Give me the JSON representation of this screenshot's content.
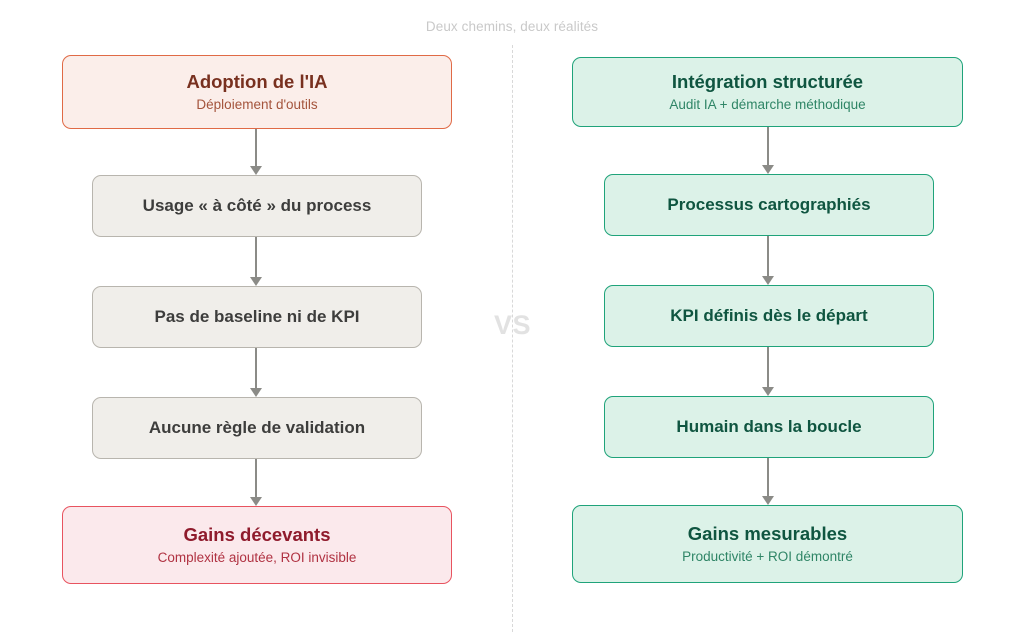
{
  "caption": "Deux chemins, deux réalités",
  "divider": {
    "vs_label": "VS"
  },
  "colors": {
    "left_start_border": "#e06a46",
    "left_start_bg": "#fbeeea",
    "left_step_border": "#b8b5ae",
    "left_step_bg": "#f0eeea",
    "left_end_border": "#e8535f",
    "left_end_bg": "#fbe9ec",
    "right_border": "#1fa37a",
    "right_bg": "#dcf2e8",
    "arrow": "#8b8b87",
    "caption_text": "#c9c9c9",
    "vs_text": "#e2e2e2"
  },
  "left_column": {
    "name": "Adoption de l'IA",
    "nodes": [
      {
        "title": "Adoption de l'IA",
        "subtitle": "Déploiement d'outils"
      },
      {
        "title": "Usage « à côté » du process",
        "subtitle": ""
      },
      {
        "title": "Pas de baseline ni de KPI",
        "subtitle": ""
      },
      {
        "title": "Aucune règle de validation",
        "subtitle": ""
      },
      {
        "title": "Gains décevants",
        "subtitle": "Complexité ajoutée, ROI invisible"
      }
    ]
  },
  "right_column": {
    "name": "Intégration structurée",
    "nodes": [
      {
        "title": "Intégration structurée",
        "subtitle": "Audit IA + démarche méthodique"
      },
      {
        "title": "Processus cartographiés",
        "subtitle": ""
      },
      {
        "title": "KPI définis dès le départ",
        "subtitle": ""
      },
      {
        "title": "Humain dans la boucle",
        "subtitle": ""
      },
      {
        "title": "Gains mesurables",
        "subtitle": "Productivité + ROI démontré"
      }
    ]
  }
}
